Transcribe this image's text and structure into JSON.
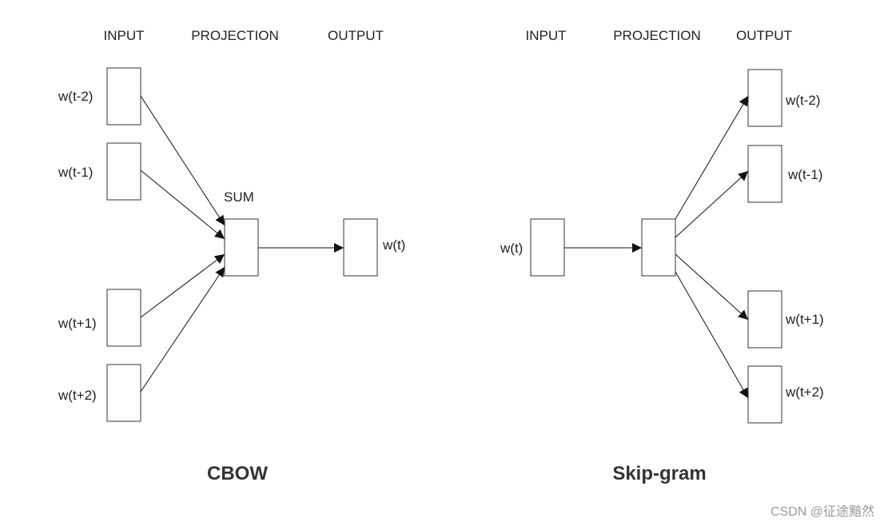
{
  "cbow": {
    "header": {
      "input": "INPUT",
      "projection": "PROJECTION",
      "output": "OUTPUT"
    },
    "inputs": [
      "w(t-2)",
      "w(t-1)",
      "w(t+1)",
      "w(t+2)"
    ],
    "projection_label": "SUM",
    "output": "w(t)",
    "title": "CBOW"
  },
  "skipgram": {
    "header": {
      "input": "INPUT",
      "projection": "PROJECTION",
      "output": "OUTPUT"
    },
    "input": "w(t)",
    "outputs": [
      "w(t-2)",
      "w(t-1)",
      "w(t+1)",
      "w(t+2)"
    ],
    "title": "Skip-gram"
  },
  "watermark": "CSDN @征途黯然"
}
